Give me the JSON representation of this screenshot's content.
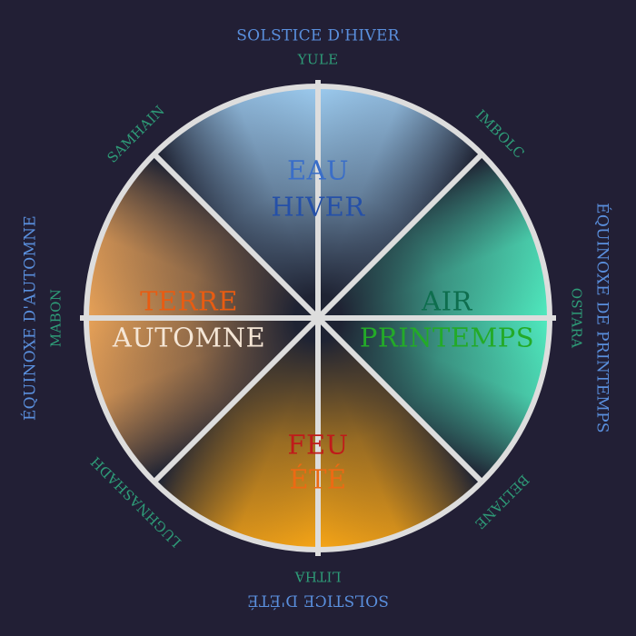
{
  "colors": {
    "background": "#221f35",
    "ring": "#dddddd",
    "dark_center": "#1f2333",
    "season_label": "#5a8fdd",
    "sabbat_label": "#2e9c78"
  },
  "outer_labels": {
    "winter_solstice": "SOLSTICE D'HIVER",
    "yule": "YULE",
    "imbolc": "IMBOLC",
    "spring_equinox": "ÉQUINOXE DE PRINTEMPS",
    "ostara": "OSTARA",
    "beltane": "BELTANE",
    "summer_solstice": "SOLSTICE D'ÉTÉ",
    "litha": "LITHA",
    "lughnasadh": "LUGHNASHADH",
    "autumn_equinox": "ÉQUINOXE D'AUTOMNE",
    "mabon": "MABON",
    "samhain": "SAMHAIN"
  },
  "quadrants": {
    "north": {
      "element": "EAU",
      "season": "HIVER",
      "color": "#9ccbef",
      "element_color": "#3a6ec8",
      "season_color": "#2550a8"
    },
    "east": {
      "element": "AIR",
      "season": "PRINTEMPS",
      "color": "#50ecc0",
      "element_color": "#0e6e4e",
      "season_color": "#23aa28"
    },
    "south": {
      "element": "FEU",
      "season": "ÉTÉ",
      "color": "#f8a616",
      "element_color": "#c01a1a",
      "season_color": "#ec6a14"
    },
    "west": {
      "element": "TERRE",
      "season": "AUTOMNE",
      "color": "#e8a258",
      "element_color": "#e85c12",
      "season_color": "#f5e6d6"
    }
  }
}
